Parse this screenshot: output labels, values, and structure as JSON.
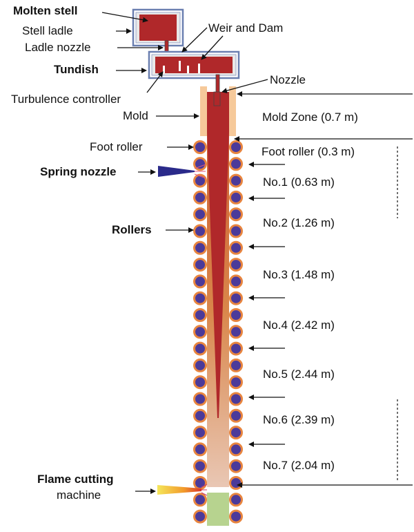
{
  "labels": {
    "molten_steel": "Molten stell",
    "steel_ladle": "Stell ladle",
    "ladle_nozzle": "Ladle nozzle",
    "tundish": "Tundish",
    "turbulence_controller": "Turbulence controller",
    "mold": "Mold",
    "weir_and_dam": "Weir and Dam",
    "nozzle": "Nozzle",
    "foot_roller": "Foot roller",
    "spring_nozzle": "Spring nozzle",
    "rollers": "Rollers",
    "flame_cutting_line1": "Flame cutting",
    "flame_cutting_line2": "machine"
  },
  "zones": [
    {
      "label": "Mold Zone (0.7 m)"
    },
    {
      "label": "Foot roller (0.3 m)"
    },
    {
      "label": "No.1 (0.63 m)"
    },
    {
      "label": "No.2 (1.26 m)"
    },
    {
      "label": "No.3 (1.48 m)"
    },
    {
      "label": "No.4 (2.42 m)"
    },
    {
      "label": "No.5 (2.44 m)"
    },
    {
      "label": "No.6 (2.39 m)"
    },
    {
      "label": "No.7 (2.04 m)"
    }
  ],
  "colors": {
    "molten_steel": "#b0282a",
    "mold": "#f6c99a",
    "roller_fill": "#4b3a9a",
    "roller_ring": "#e8853f",
    "vessel_border": "#6a7fb0",
    "spray": "#2a2a8a",
    "cut_block": "#b7d38f"
  }
}
